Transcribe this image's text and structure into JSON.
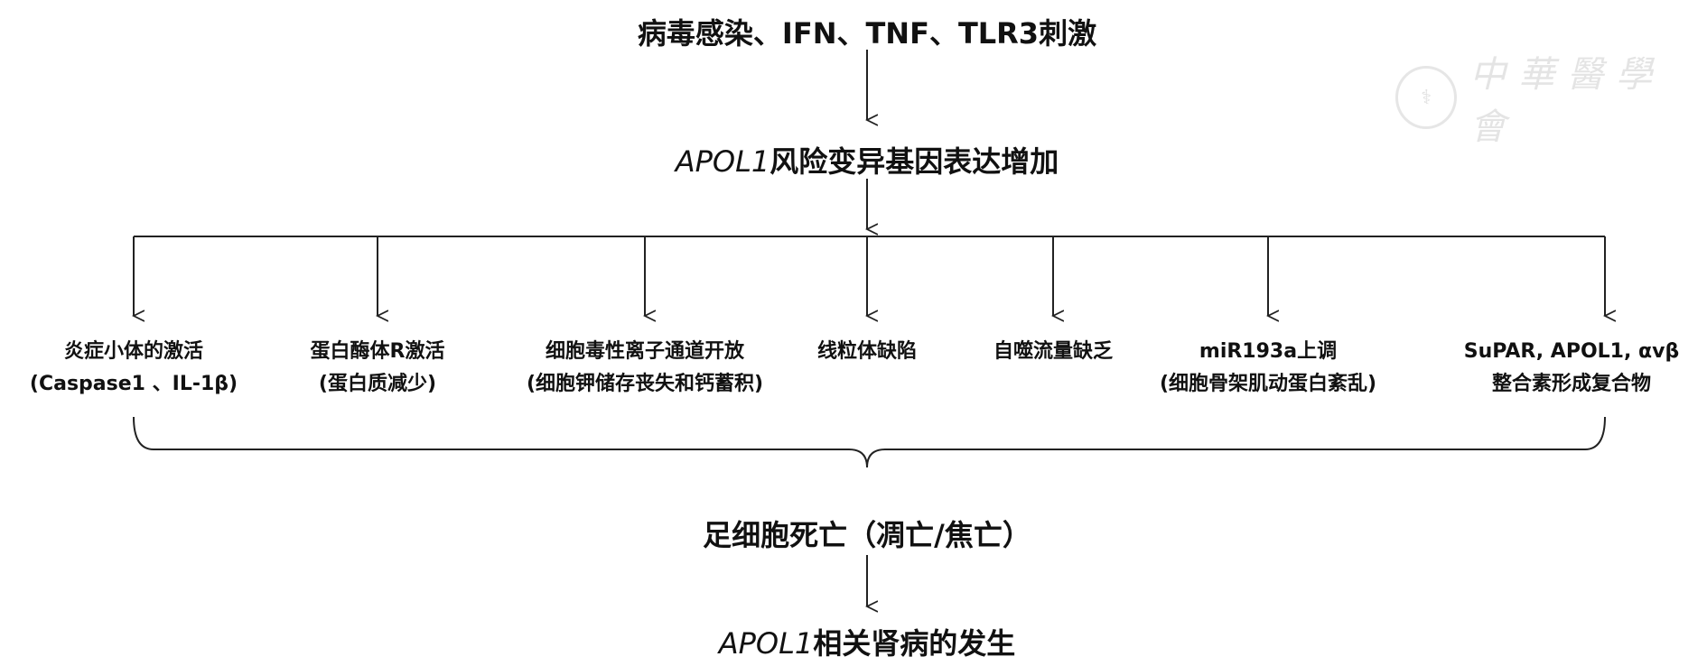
{
  "top": "病毒感染、IFN、TNF、TLR3刺激",
  "second": {
    "gene": "APOL1",
    "rest": "风险变异基因表达增加"
  },
  "mechanisms": [
    {
      "line1": "炎症小体的激活",
      "line2": "(Caspase1 、IL-1β)"
    },
    {
      "line1": "蛋白酶体R激活",
      "line2": "(蛋白质减少)"
    },
    {
      "line1": "细胞毒性离子通道开放",
      "line2": "(细胞钾储存丧失和钙蓄积)"
    },
    {
      "line1": "线粒体缺陷",
      "line2": ""
    },
    {
      "line1": "自噬流量缺乏",
      "line2": ""
    },
    {
      "line1": "miR193a上调",
      "line2": "(细胞骨架肌动蛋白紊乱)"
    },
    {
      "line1": "SuPAR, APOL1, αvβ",
      "line2": "整合素形成复合物"
    }
  ],
  "outcome": "足细胞死亡（凋亡/焦亡）",
  "final": {
    "gene": "APOL1",
    "rest": "相关肾病的发生"
  },
  "watermark": "中華醫學會"
}
